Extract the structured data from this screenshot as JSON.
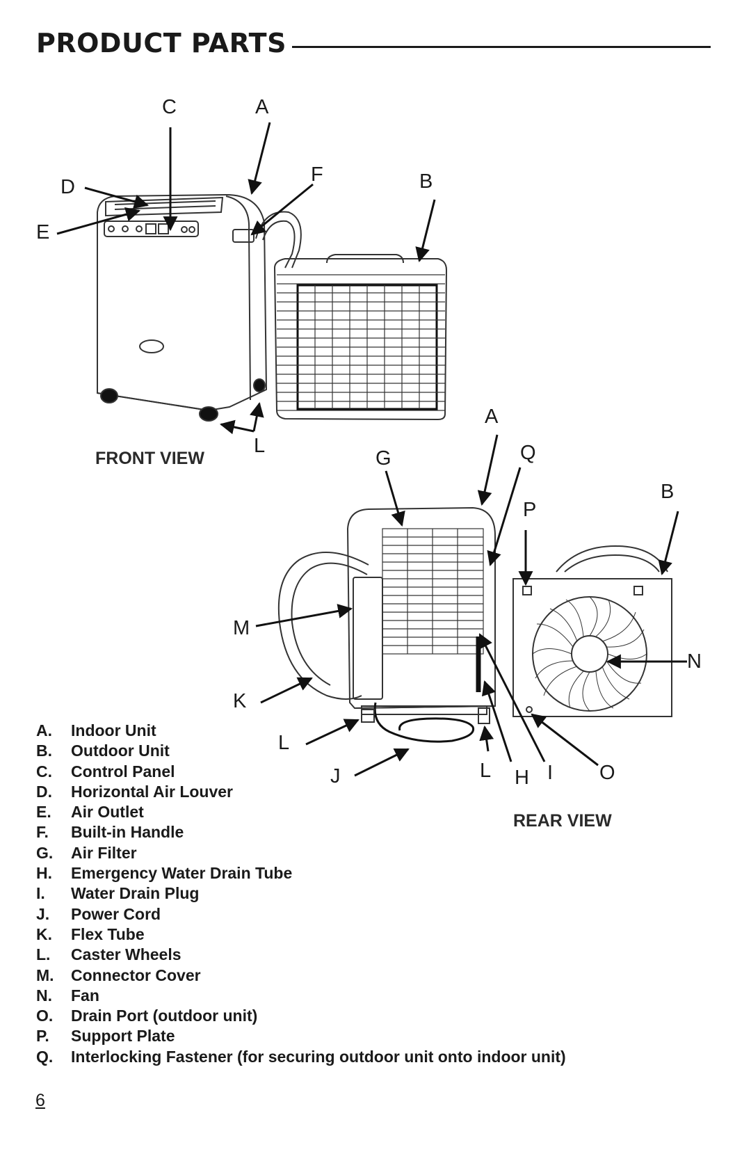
{
  "title": "PRODUCT PARTS",
  "views": {
    "front": "FRONT VIEW",
    "rear": "REAR VIEW"
  },
  "callouts": {
    "front": [
      "C",
      "A",
      "D",
      "F",
      "B",
      "E",
      "L"
    ],
    "rear": [
      "A",
      "G",
      "Q",
      "B",
      "P",
      "M",
      "N",
      "K",
      "L",
      "J",
      "L",
      "H",
      "I",
      "O"
    ]
  },
  "parts": [
    {
      "letter": "A.",
      "name": "Indoor Unit"
    },
    {
      "letter": "B.",
      "name": "Outdoor Unit"
    },
    {
      "letter": "C.",
      "name": "Control Panel"
    },
    {
      "letter": "D.",
      "name": "Horizontal Air Louver"
    },
    {
      "letter": "E.",
      "name": "Air Outlet"
    },
    {
      "letter": "F.",
      "name": "Built-in Handle"
    },
    {
      "letter": "G.",
      "name": "Air Filter"
    },
    {
      "letter": "H.",
      "name": "Emergency Water Drain Tube"
    },
    {
      "letter": "I.",
      "name": "Water Drain Plug"
    },
    {
      "letter": "J.",
      "name": "Power Cord"
    },
    {
      "letter": "K.",
      "name": "Flex Tube"
    },
    {
      "letter": "L.",
      "name": "Caster Wheels"
    },
    {
      "letter": "M.",
      "name": "Connector Cover"
    },
    {
      "letter": "N.",
      "name": "Fan"
    },
    {
      "letter": "O.",
      "name": "Drain Port (outdoor unit)"
    },
    {
      "letter": "P.",
      "name": "Support Plate"
    },
    {
      "letter": "Q.",
      "name": "Interlocking Fastener (for securing outdoor unit onto indoor unit)"
    }
  ],
  "page_number": "6"
}
